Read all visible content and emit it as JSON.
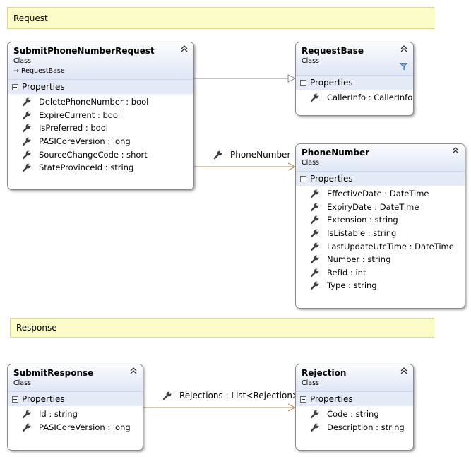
{
  "notes": {
    "request": "Request",
    "response": "Response"
  },
  "classes": {
    "submit_phone_number_request": {
      "name": "SubmitPhoneNumberRequest",
      "type": "Class",
      "base": "RequestBase",
      "section": "Properties",
      "props": [
        "DeletePhoneNumber : bool",
        "ExpireCurrent : bool",
        "IsPreferred : bool",
        "PASICoreVersion : long",
        "SourceChangeCode : short",
        "StateProvinceId : string"
      ]
    },
    "request_base": {
      "name": "RequestBase",
      "type": "Class",
      "section": "Properties",
      "props": [
        "CallerInfo : CallerInfo"
      ]
    },
    "phone_number": {
      "name": "PhoneNumber",
      "type": "Class",
      "section": "Properties",
      "props": [
        "EffectiveDate : DateTime",
        "ExpiryDate : DateTime",
        "Extension : string",
        "IsListable : string",
        "LastUpdateUtcTime : DateTime",
        "Number : string",
        "RefId : int",
        "Type : string"
      ]
    },
    "submit_response": {
      "name": "SubmitResponse",
      "type": "Class",
      "section": "Properties",
      "props": [
        "Id : string",
        "PASICoreVersion : long"
      ]
    },
    "rejection": {
      "name": "Rejection",
      "type": "Class",
      "section": "Properties",
      "props": [
        "Code : string",
        "Description : string"
      ]
    }
  },
  "associations": {
    "phone_number": "PhoneNumber",
    "rejections": "Rejections : List<Rejection>"
  },
  "colors": {
    "association_line": "#b08c5e",
    "inheritance_line": "#8a8a8a",
    "note_fill": "#fcfcc8",
    "header_gradient_end": "#dfe6f5"
  },
  "icons": {
    "collapse": "double-chevron-up-icon",
    "property": "wrench-icon",
    "filter": "filter-icon",
    "inherit": "arrow-right-icon"
  }
}
